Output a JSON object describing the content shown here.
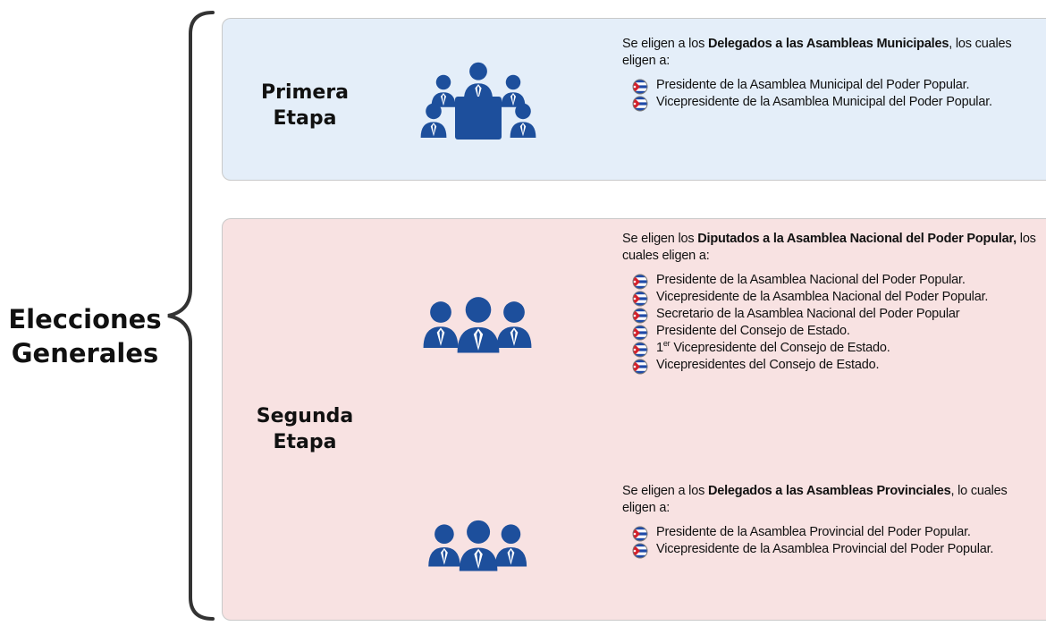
{
  "main_title": {
    "line1": "Elecciones",
    "line2": "Generales"
  },
  "icons": {
    "group_icon": "people-group-icon",
    "flag_icon": "cuba-flag-icon"
  },
  "colors": {
    "panel1_bg": "#e4eef9",
    "panel2_bg": "#f8e2e2",
    "icon_blue": "#1d4f9c"
  },
  "stage1": {
    "title_line1": "Primera",
    "title_line2": "Etapa",
    "intro_pre": "Se eligen a los ",
    "intro_bold": "Delegados a las Asambleas Municipales",
    "intro_post": ", los cuales eligen a:",
    "items": [
      "Presidente de la Asamblea Municipal del Poder Popular.",
      "Vicepresidente de la Asamblea Municipal del Poder Popular."
    ]
  },
  "stage2": {
    "title_line1": "Segunda",
    "title_line2": "Etapa",
    "block_a": {
      "intro_pre": "Se eligen  los ",
      "intro_bold": "Diputados a la Asamblea Nacional del Poder Popular,",
      "intro_post": " los cuales eligen a:",
      "items": [
        "Presidente de la Asamblea Nacional del Poder Popular.",
        "Vicepresidente de la Asamblea Nacional del Poder Popular.",
        "Secretario de la Asamblea Nacional del Poder Popular",
        "Presidente del Consejo de Estado."
      ],
      "item5_num": "1",
      "item5_sup": "er",
      "item5_rest": " Vicepresidente del Consejo de Estado.",
      "item6": "Vicepresidentes del Consejo de Estado."
    },
    "block_b": {
      "intro_pre": "Se eligen a los ",
      "intro_bold": "Delegados a las Asambleas Provinciales",
      "intro_post": ", lo cuales eligen a:",
      "items": [
        "Presidente de la Asamblea Provincial del Poder Popular.",
        "Vicepresidente de la Asamblea Provincial del Poder Popular."
      ]
    }
  }
}
